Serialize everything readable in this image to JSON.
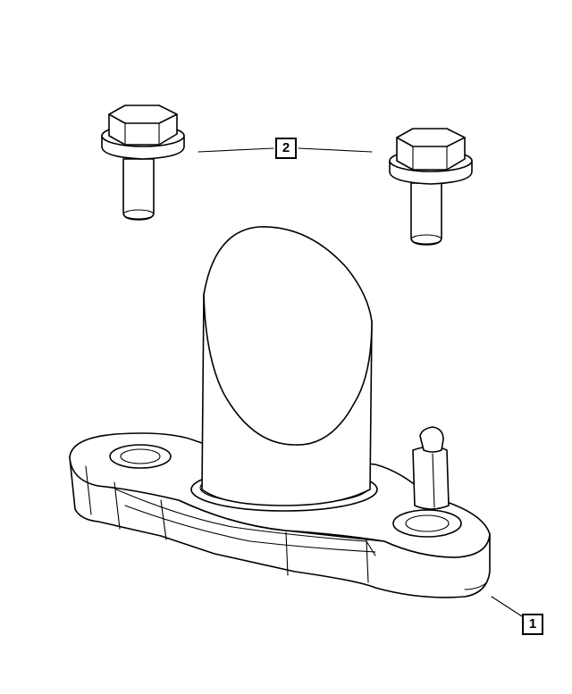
{
  "callouts": [
    {
      "label": "2",
      "part": "bolt"
    },
    {
      "label": "1",
      "part": "housing"
    }
  ]
}
